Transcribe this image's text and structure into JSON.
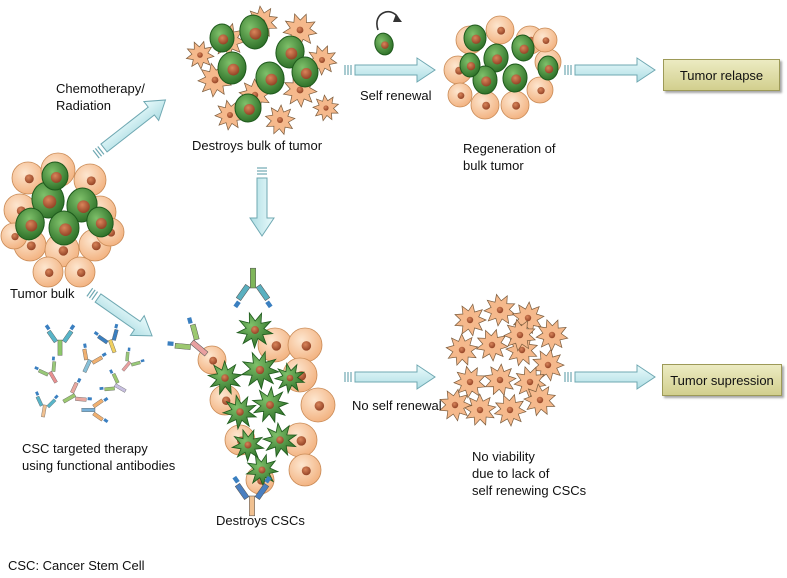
{
  "labels": {
    "chemo": "Chemotherapy/\nRadiation",
    "self_renewal": "Self renewal",
    "destroys_bulk": "Destroys bulk of tumor",
    "regeneration": "Regeneration of\nbulk tumor",
    "tumor_bulk": "Tumor bulk",
    "csc_therapy": "CSC targeted therapy\nusing functional antibodies",
    "destroys_cscs": "Destroys CSCs",
    "no_self_renewal": "No self renewal",
    "no_viability": "No viability\ndue to lack of\nself renewing CSCs",
    "footnote": "CSC: Cancer Stem Cell"
  },
  "outcomes": {
    "relapse": "Tumor relapse",
    "suppression": "Tumor supression"
  },
  "icons": [
    "normal-tumor-cell-icon",
    "cancer-stem-cell-icon",
    "dead-cell-icon",
    "antibody-icon",
    "block-arrow-icon",
    "self-renewal-icon"
  ],
  "colors": {
    "cell_fill": "#f6c49a",
    "cell_stroke": "#c98a55",
    "nucleus": "#c0603a",
    "csc_fill": "#3f8d38",
    "csc_dark": "#1e5a1c",
    "arrow_fill": "#cfeff2",
    "arrow_stroke": "#6fa8b2",
    "box_fill": "#e3e1aa"
  }
}
